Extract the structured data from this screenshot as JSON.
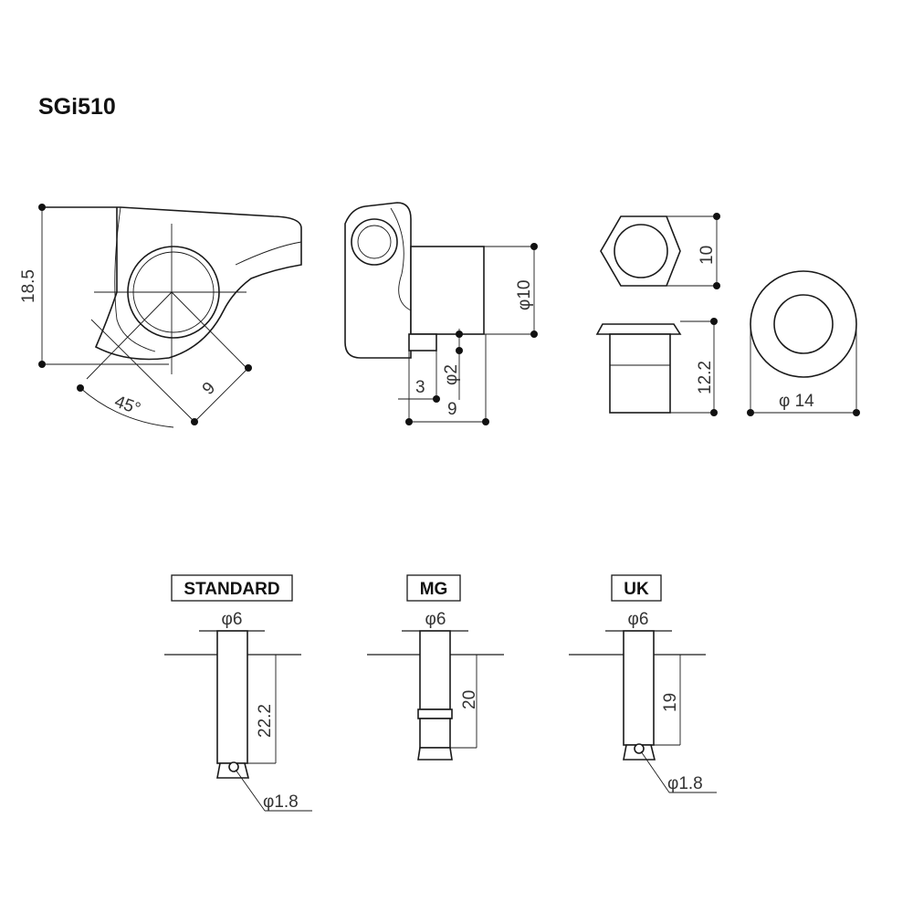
{
  "title": "SGi510",
  "views": {
    "side": {
      "height": "18.5",
      "angle": "45°",
      "length": "9"
    },
    "front": {
      "shaft_diameter": "φ10",
      "pin_diameter": "φ2",
      "dim_a": "3",
      "dim_b": "9"
    },
    "nut": {
      "hex_height": "10",
      "bushing_height": "12.2",
      "washer_diameter": "φ 14"
    }
  },
  "posts": [
    {
      "label": "STANDARD",
      "diameter": "φ6",
      "height": "22.2",
      "hole": "φ1.8"
    },
    {
      "label": "MG",
      "diameter": "φ6",
      "height": "20"
    },
    {
      "label": "UK",
      "diameter": "φ6",
      "height": "19",
      "hole": "φ1.8"
    }
  ]
}
